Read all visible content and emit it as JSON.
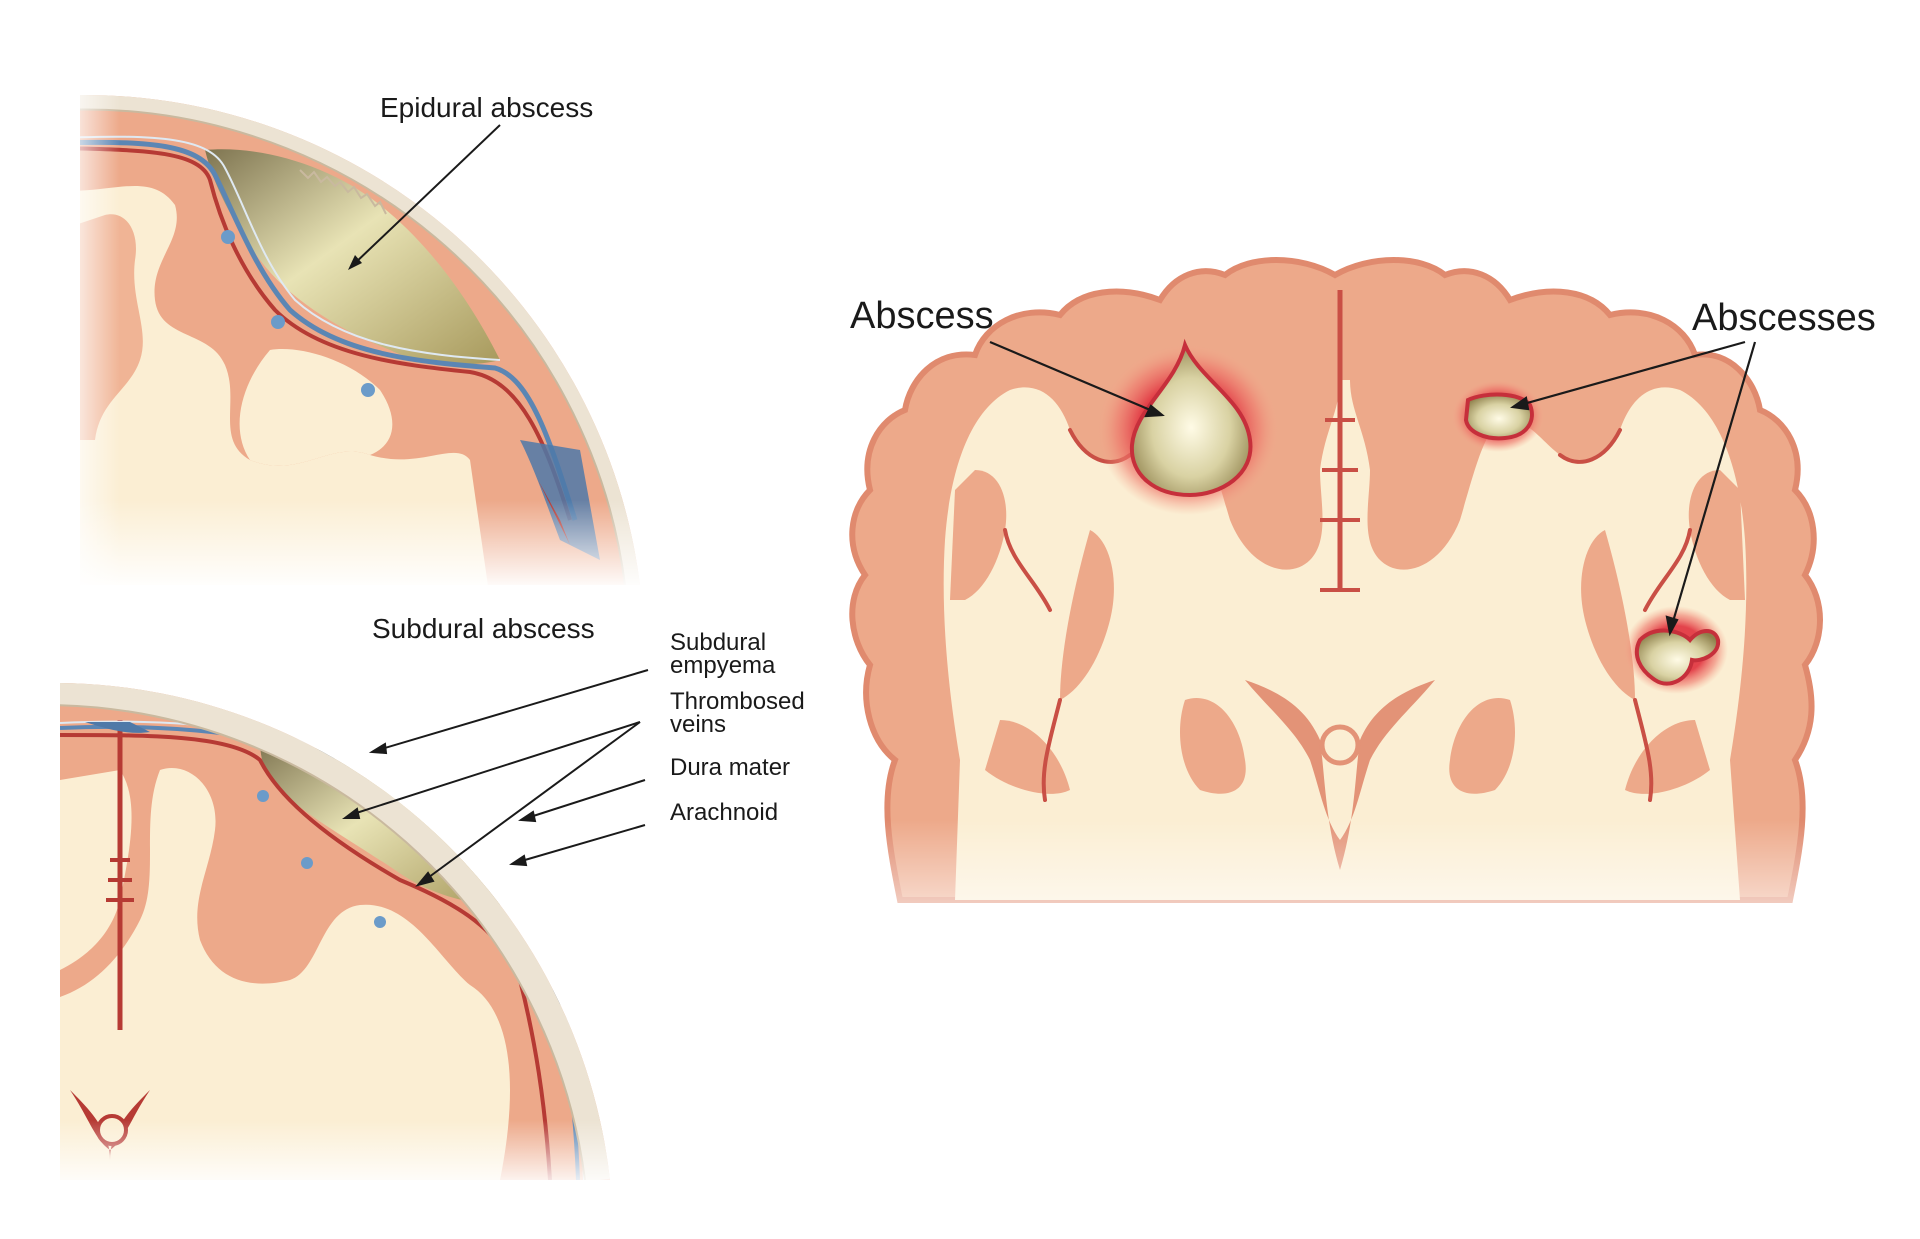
{
  "labels": {
    "epidural_abscess": "Epidural abscess",
    "subdural_abscess": "Subdural abscess",
    "subdural_empyema_line1": "Subdural",
    "subdural_empyema_line2": "empyema",
    "thrombosed_veins_line1": "Thrombosed",
    "thrombosed_veins_line2": "veins",
    "dura_mater": "Dura mater",
    "arachnoid": "Arachnoid",
    "abscess": "Abscess",
    "abscesses": "Abscesses"
  },
  "colors": {
    "cortex": "#eda98a",
    "cortex_edge": "#e08a6e",
    "white_matter": "#fbeed3",
    "skull": "#ece3d3",
    "skull_edge": "#c9b99f",
    "dura_blue": "#5b86b4",
    "vessel_red": "#b63a34",
    "pus_light": "#f2efcf",
    "pus_dark": "#9b8d55",
    "inflammation": "#d9303a",
    "text": "#1a1a1a"
  }
}
